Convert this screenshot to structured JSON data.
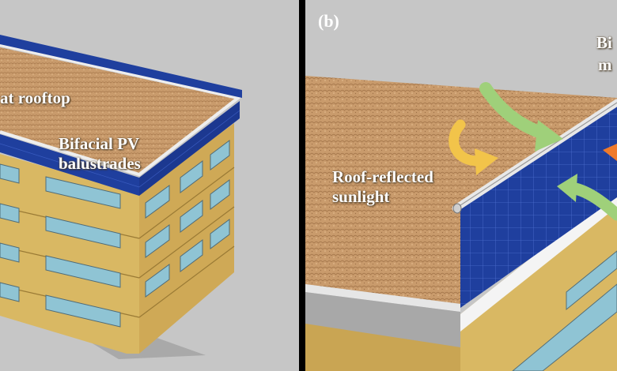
{
  "panel_a": {
    "rooftop_label": "at rooftop",
    "balustrade_label": "Bifacial PV\nbalustrades"
  },
  "panel_b": {
    "panel_letter": "(b)",
    "cut_label_line1": "Bi",
    "cut_label_line2": "m",
    "reflected_label": "Roof-reflected\nsunlight"
  },
  "colors": {
    "background": "#c6c6c6",
    "roof": "#c99b6c",
    "wall": "#d8b862",
    "pv_blue": "#1f3f9e",
    "window": "#8fc4d4",
    "arrow_green": "#9fd07a",
    "arrow_yellow": "#f2c44a",
    "arrow_orange": "#f07a2a"
  },
  "icons": [
    "curved-arrow-icon"
  ]
}
